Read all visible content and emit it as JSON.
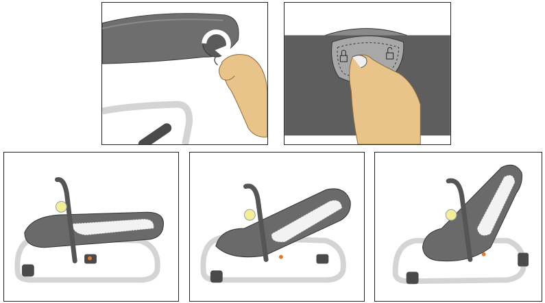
{
  "figure": {
    "panels": [
      {
        "id": "p1",
        "subject": "armrest-knob-turn"
      },
      {
        "id": "p2",
        "subject": "backrest-lock-release"
      },
      {
        "id": "p3",
        "subject": "bouncer-position-flat"
      },
      {
        "id": "p4",
        "subject": "bouncer-position-middle"
      },
      {
        "id": "p5",
        "subject": "bouncer-position-upright"
      }
    ]
  },
  "icons": {
    "rotate": "rotate-arrow-icon",
    "lock_closed": "lock-closed-icon",
    "lock_open": "lock-open-icon"
  },
  "colors": {
    "fabric_dark": "#5e5e5e",
    "fabric_mid": "#7a7a7a",
    "frame": "#d4d4d4",
    "mesh": "#f2f2f2",
    "skin": "#e8c48a",
    "toy": "#f3ee9a",
    "accent": "#e27a2a"
  }
}
